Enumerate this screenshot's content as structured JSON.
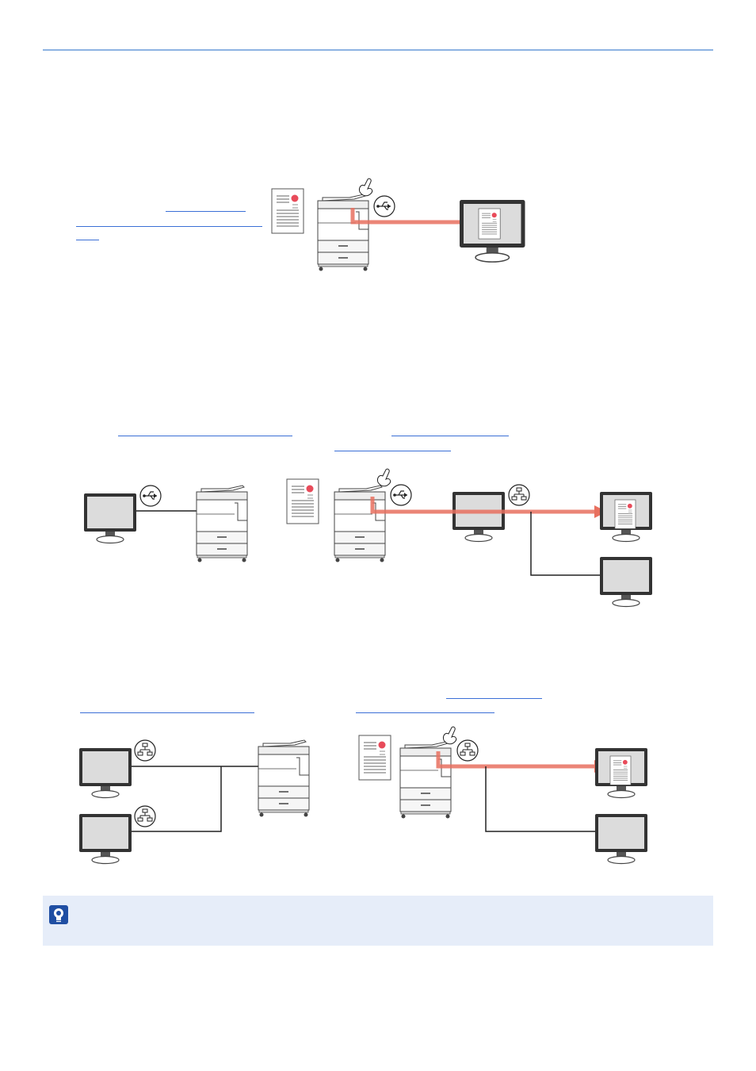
{
  "page": {
    "header_rule_color": "#8db3e2",
    "link_color": "#3b6fd6",
    "arrow_color": "#e8705f",
    "note_background": "#e6edf9"
  },
  "figures": [
    {
      "name": "usb-scan-to-pc",
      "connection": "usb-icon"
    },
    {
      "name": "usb-printer-share",
      "connection": "usb-icon",
      "network": "network-icon"
    },
    {
      "name": "network-scan",
      "connection": "network-icon"
    }
  ],
  "note": {
    "icon": "note-lightbulb-icon"
  }
}
